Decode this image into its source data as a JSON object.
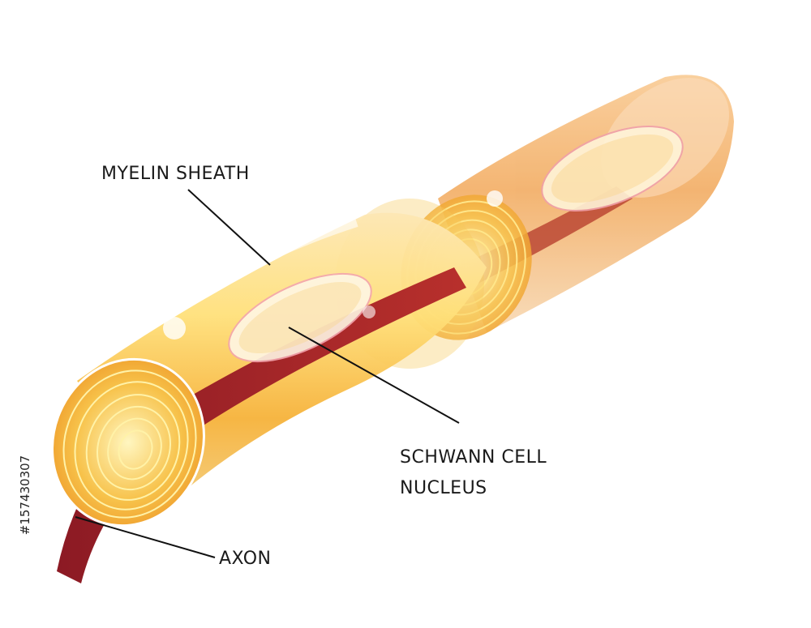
{
  "labels": {
    "myelin_sheath": "MYELIN SHEATH",
    "schwann_cell_line1": "SCHWANN CELL",
    "schwann_cell_line2": "NUCLEUS",
    "axon": "AXON"
  },
  "image_id_text": "#157430307",
  "colors": {
    "axon": "#a8202a",
    "myelin_light": "#fff3b0",
    "myelin_mid": "#f8c048",
    "myelin_dark": "#e88a20",
    "leader_line": "#111111"
  }
}
